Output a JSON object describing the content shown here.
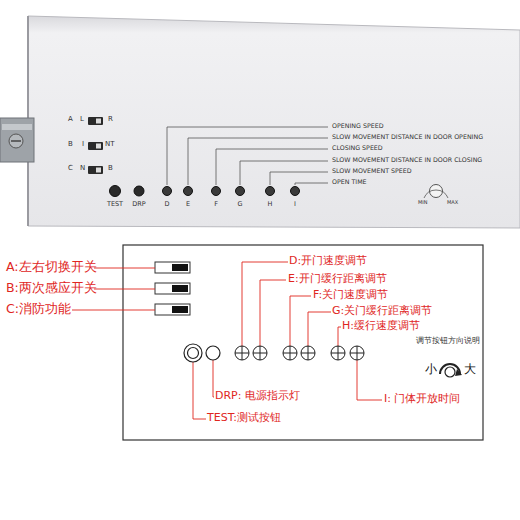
{
  "diagram": {
    "labels": [
      "A",
      "L",
      "R",
      "B",
      "I",
      "NT",
      "C",
      "N",
      "B",
      "TEST",
      "DRP",
      "D",
      "E",
      "F",
      "G",
      "H",
      "I",
      "OPENING SPEED",
      "SLOW MOVEMENT DISTANCE IN DOOR OPENING",
      "CLOSING SPEED",
      "SLOW MOVEMENT DISTANCE IN DOOR CLOSING",
      "SLOW MOVEMENT SPEED",
      "OPEN TIME",
      "MIN",
      "MAX",
      "A:左右切换开关",
      "B:两次感应开关",
      "C:消防功能",
      "D:开门速度调节",
      "E:开门缓行距离调节",
      "F:关门速度调节",
      "G:关门缓行距离调节",
      "H:缓行速度调节",
      "调节按钮方向说明",
      "小",
      "大",
      "DRP: 电源指示灯",
      "TEST:测试按钮",
      "I: 门体开放时间"
    ]
  }
}
